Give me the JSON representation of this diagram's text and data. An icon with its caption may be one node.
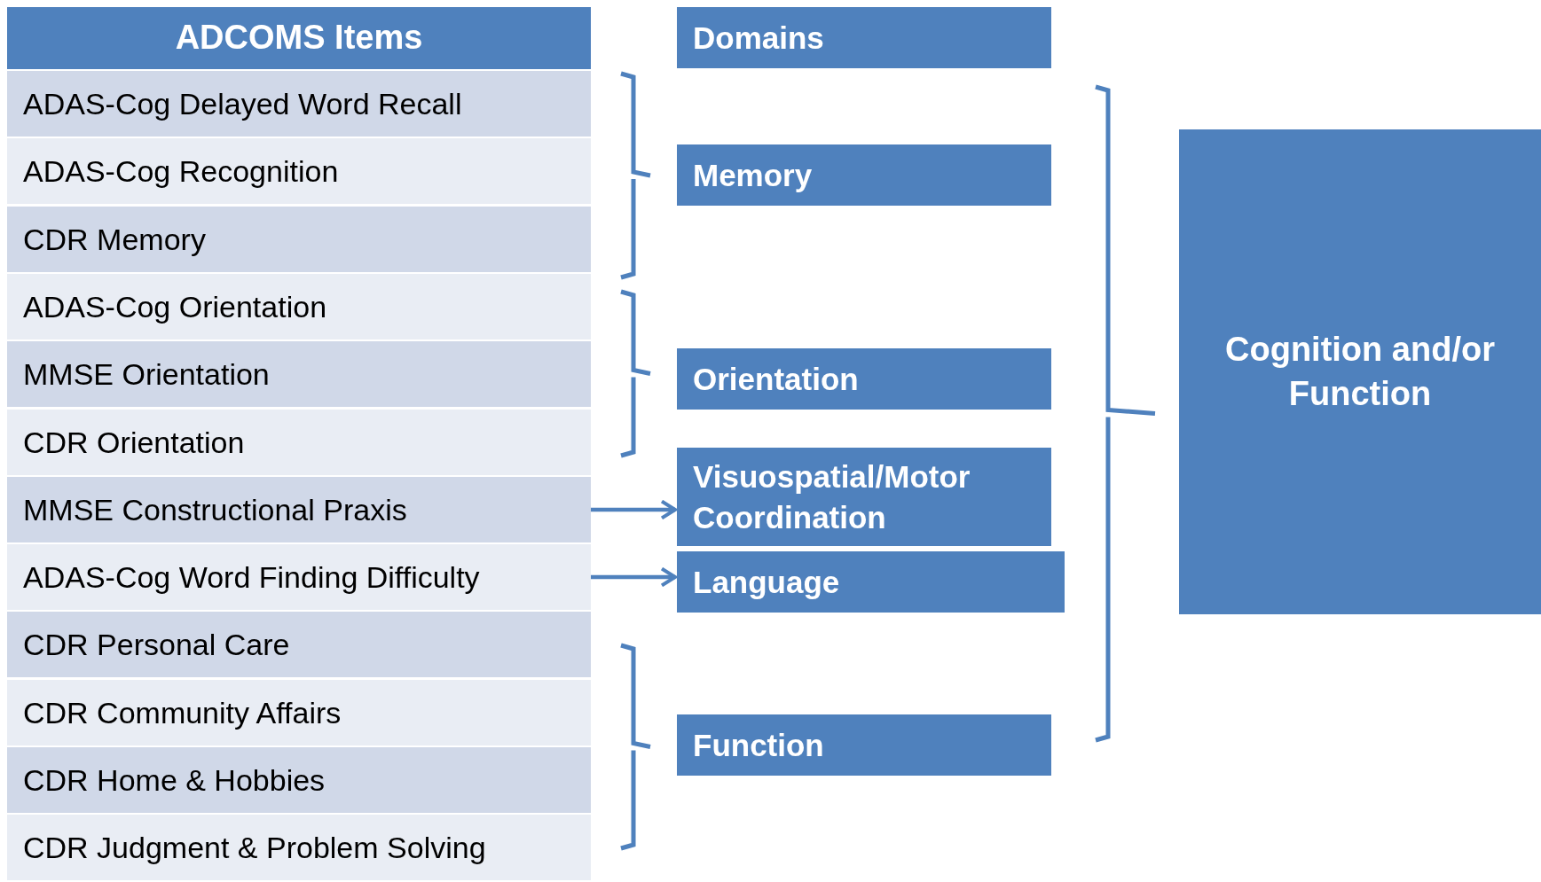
{
  "diagram": {
    "nodes": [
      {
        "text": [
          "ADCOMS Items"
        ]
      },
      {
        "text": [
          "ADAS-Cog Delayed Word Recall"
        ]
      },
      {
        "text": [
          "ADAS-Cog Recognition"
        ]
      },
      {
        "text": [
          "CDR Memory"
        ]
      },
      {
        "text": [
          "ADAS-Cog Orientation"
        ]
      },
      {
        "text": [
          "MMSE Orientation"
        ]
      },
      {
        "text": [
          "CDR Orientation"
        ]
      },
      {
        "text": [
          "MMSE Constructional Praxis"
        ]
      },
      {
        "text": [
          "ADAS-Cog Word Finding Difficulty"
        ]
      },
      {
        "text": [
          "CDR Personal Care"
        ]
      },
      {
        "text": [
          "CDR Community Affairs"
        ]
      },
      {
        "text": [
          "CDR Home & Hobbies"
        ]
      },
      {
        "text": [
          "CDR Judgment & Problem Solving"
        ]
      },
      {
        "text": [
          "Domains"
        ]
      },
      {
        "text": [
          "Memory"
        ]
      },
      {
        "text": [
          "Orientation"
        ]
      },
      {
        "text": [
          "Visuospatial/Motor Coordination"
        ]
      },
      {
        "text": [
          "Language"
        ]
      },
      {
        "text": [
          "Function"
        ]
      },
      {
        "text": [
          "Cognition and/or Function"
        ]
      }
    ],
    "edges": [
      {
        "from": 7,
        "to": 16,
        "arrow": "to"
      },
      {
        "from": 8,
        "to": 17,
        "arrow": "to"
      }
    ]
  }
}
